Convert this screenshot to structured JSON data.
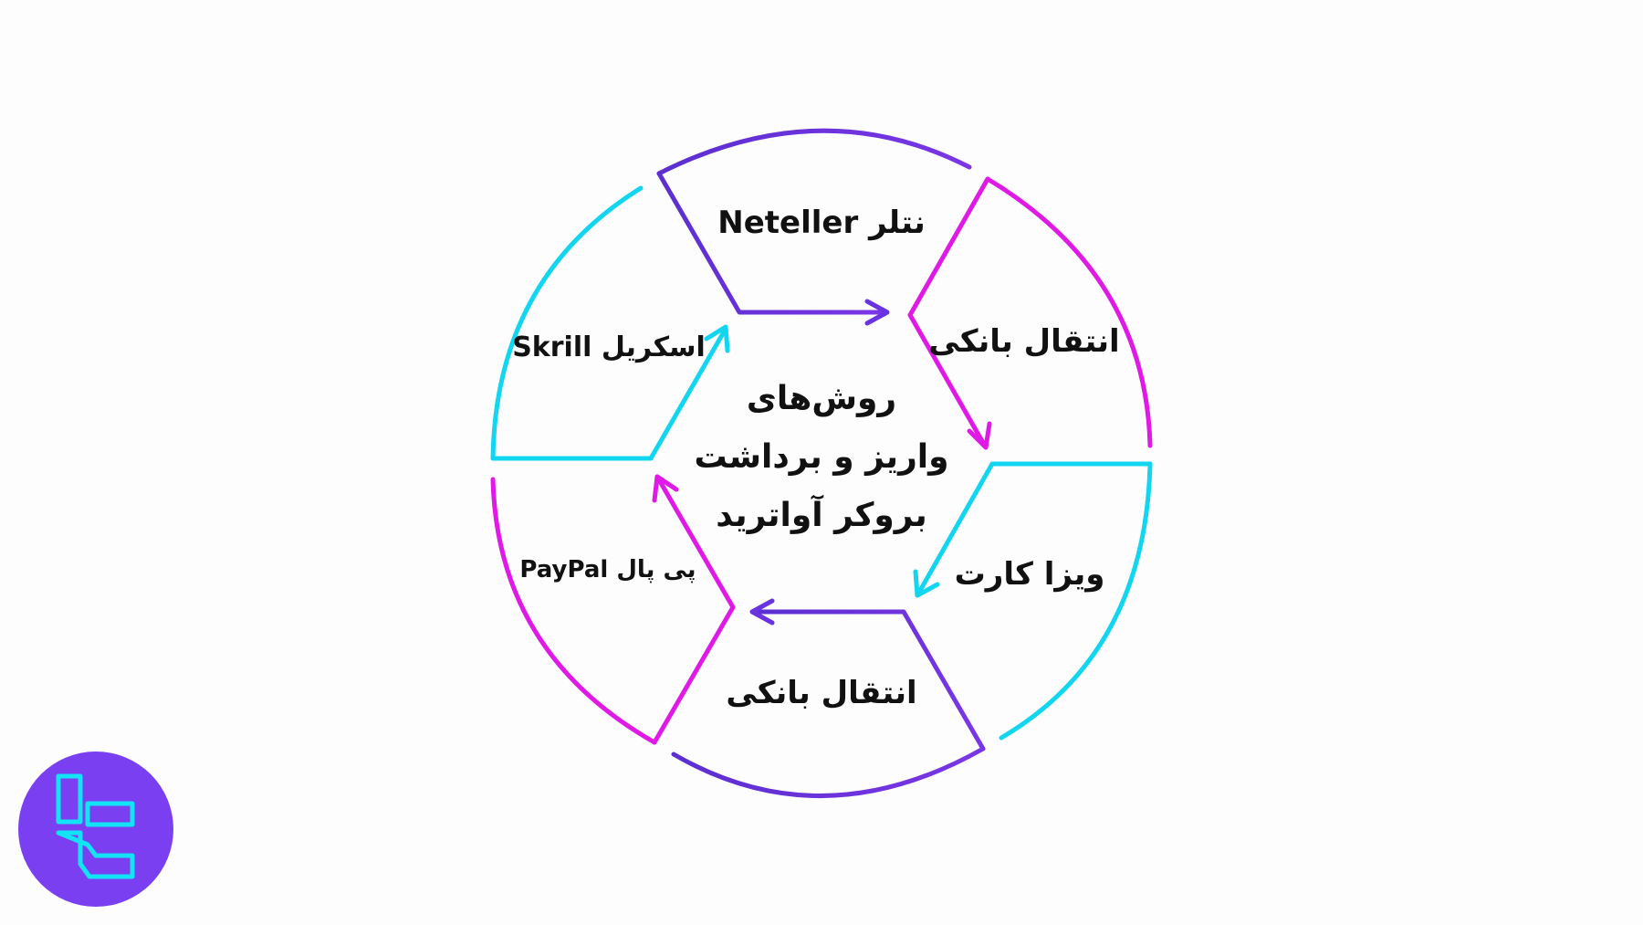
{
  "diagram": {
    "center_lines": [
      "روش‌های",
      "واریز و برداشت",
      "بروکر آواترید"
    ],
    "segments": [
      {
        "label": "Neteller نتلر",
        "color": "#5b2fd0"
      },
      {
        "label": "انتقال بانکی",
        "color": "#e019e6"
      },
      {
        "label": "ویزا کارت",
        "color": "#12d6ef"
      },
      {
        "label": "انتقال بانکی",
        "color": "#5b2fd0"
      },
      {
        "label": "PayPal پی پال",
        "color": "#e019e6"
      },
      {
        "label": "Skrill اسکریل",
        "color": "#12d6ef"
      }
    ]
  },
  "logo": {
    "background_color": "#7b3ff2",
    "mark_color": "#12e4f5"
  }
}
